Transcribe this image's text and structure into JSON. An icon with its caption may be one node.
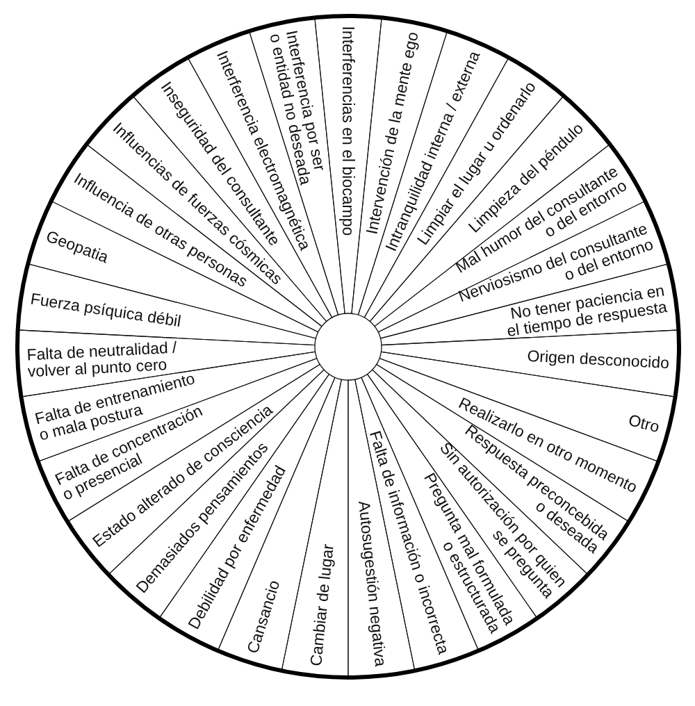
{
  "diagram": {
    "nodes": [
      {
        "text": [
          "Interferencias en el biocampo"
        ]
      },
      {
        "text": [
          "Intervención de la mente ego"
        ]
      },
      {
        "text": [
          "Intranquilidad interna / externa"
        ]
      },
      {
        "text": [
          "Limpiar el lugar u ordenarlo"
        ]
      },
      {
        "text": [
          "Limpieza del péndulo"
        ]
      },
      {
        "text": [
          "Mal humor del consultante o del entorno"
        ]
      },
      {
        "text": [
          "Nerviosismo del consultante o del entorno"
        ]
      },
      {
        "text": [
          "No tener paciencia en el tiempo de respuesta"
        ]
      },
      {
        "text": [
          "Origen desconocido"
        ]
      },
      {
        "text": [
          "Otro"
        ]
      },
      {
        "text": [
          "Realizarlo en otro momento"
        ]
      },
      {
        "text": [
          "Respuesta preconcebida o deseada"
        ]
      },
      {
        "text": [
          "Sin autorización por quien se pregunta"
        ]
      },
      {
        "text": [
          "Pregunta mal formulada o estructurada"
        ]
      },
      {
        "text": [
          "Falta de información o incorrecta"
        ]
      },
      {
        "text": [
          "Autosugestión negativa"
        ]
      },
      {
        "text": [
          "Cambiar de lugar"
        ]
      },
      {
        "text": [
          "Cansancio"
        ]
      },
      {
        "text": [
          "Debilidad por enfermedad"
        ]
      },
      {
        "text": [
          "Demasiados pensamientos"
        ]
      },
      {
        "text": [
          "Estado alterado de consciencia"
        ]
      },
      {
        "text": [
          "Falta de concentración o presencial"
        ]
      },
      {
        "text": [
          "Falta de entrenamiento o mala postura"
        ]
      },
      {
        "text": [
          "Falta de neutralidad / volver al punto cero"
        ]
      },
      {
        "text": [
          "Fuerza psíquica débil"
        ]
      },
      {
        "text": [
          "Geopatia"
        ]
      },
      {
        "text": [
          "Influencia de otras personas"
        ]
      },
      {
        "text": [
          "Influencias de fuerzas cósmicas"
        ]
      },
      {
        "text": [
          "Inseguridad del consultante"
        ]
      },
      {
        "text": [
          "Interferencia electromagnética"
        ]
      },
      {
        "text": [
          "Interferencia por ser o entidad no deseada"
        ]
      },
      {
        "text": [],
        "shape": "circle"
      }
    ]
  }
}
